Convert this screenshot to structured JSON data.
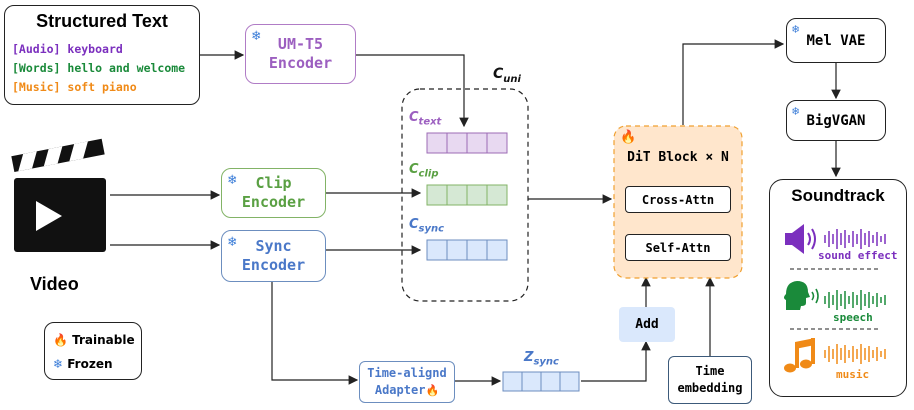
{
  "structured_text": {
    "title": "Structured Text",
    "lines": [
      {
        "tag": "[Audio]",
        "value": "keyboard",
        "color": "#7b2fbe"
      },
      {
        "tag": "[Words]",
        "value": "hello and welcome",
        "color": "#1a8a3a"
      },
      {
        "tag": "[Music]",
        "value": "soft piano",
        "color": "#f08a17"
      }
    ]
  },
  "encoders": {
    "umt5": {
      "line1": "UM-T5",
      "line2": "Encoder"
    },
    "clip": {
      "line1": "Clip",
      "line2": "Encoder"
    },
    "sync": {
      "line1": "Sync",
      "line2": "Encoder"
    }
  },
  "video_label": "Video",
  "c_uni": {
    "base": "C",
    "sub": "uni"
  },
  "c_text": {
    "base": "C",
    "sub": "text"
  },
  "c_clip": {
    "base": "C",
    "sub": "clip"
  },
  "c_sync": {
    "base": "C",
    "sub": "sync"
  },
  "dit": {
    "title": "DiT Block × N",
    "cross": "Cross-Attn",
    "self": "Self-Attn"
  },
  "add_label": "Add",
  "time_embedding": {
    "line1": "Time",
    "line2": "embedding"
  },
  "adapter": {
    "line1": "Time-alignd",
    "line2": "Adapter"
  },
  "z_sync": {
    "base": "Z",
    "sub": "sync"
  },
  "mel_vae": "Mel VAE",
  "bigvgan": "BigVGAN",
  "soundtrack": {
    "title": "Soundtrack",
    "items": [
      {
        "label": "sound effect",
        "color": "#7b2fbe"
      },
      {
        "label": "speech",
        "color": "#1a8a3a"
      },
      {
        "label": "music",
        "color": "#f08a17"
      }
    ]
  },
  "legend": {
    "trainable": "Trainable",
    "frozen": "Frozen"
  },
  "colors": {
    "purple": "#b07cc6",
    "purple_fill": "#e8d9f1",
    "green": "#82b366",
    "green_fill": "#d5e8d4",
    "blue": "#6c8ebf",
    "blue_fill": "#dae8fc",
    "orange_fill": "#ffe6cc",
    "orange_border": "#f0a030"
  }
}
